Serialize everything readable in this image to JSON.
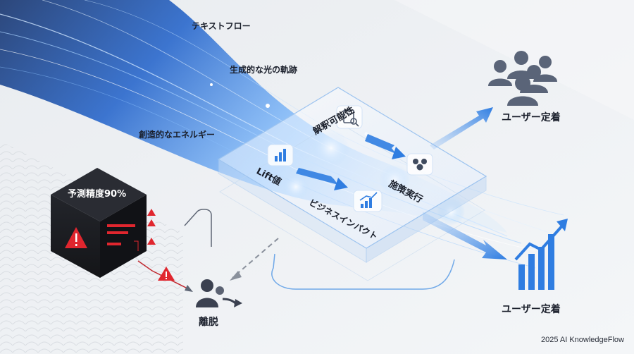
{
  "labels": {
    "text_flow": "テキストフロー",
    "generative_light": "生成的な光の軌跡",
    "creative_energy": "創造的なエネルギー",
    "interpretability": "解釈可能性",
    "lift_value": "Lift値",
    "action_execution": "施策実行",
    "business_impact": "ビジネスインパクト",
    "prediction_accuracy": "予測精度90%",
    "churn": "離脱",
    "user_retention_top": "ユーザー定着",
    "user_retention_bottom": "ユーザー定着"
  },
  "footer": "2025 AI KnowledgeFlow",
  "icons": {
    "interpretability": "document-search-icon",
    "lift": "bar-chart-icon",
    "action": "people-group-icon",
    "impact": "rising-chart-icon",
    "users": "user-group-icon",
    "growth": "growth-bars-icon",
    "warning": "warning-icon",
    "churn": "person-leaving-icon"
  },
  "colors": {
    "accent_blue": "#2f7de1",
    "warning_red": "#e0262e",
    "dark_box": "#1c1d22",
    "icon_slate": "#5a6478"
  }
}
